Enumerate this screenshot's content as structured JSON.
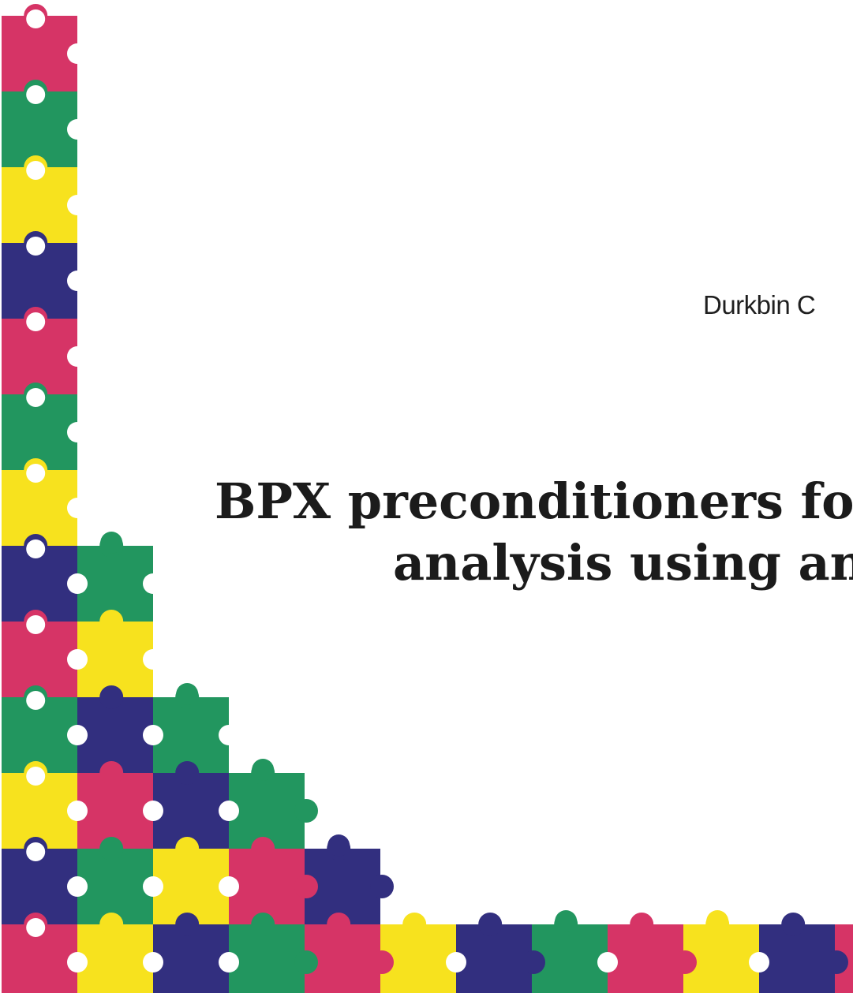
{
  "document": {
    "author": "Durkbin C",
    "title_line_1": "BPX preconditioners for i",
    "title_line_2": "analysis using ana"
  },
  "decoration": {
    "type": "jigsaw-puzzle-border",
    "colors": {
      "magenta": "#d63466",
      "green": "#22965f",
      "yellow": "#f7e21e",
      "navy": "#322f7f"
    }
  }
}
